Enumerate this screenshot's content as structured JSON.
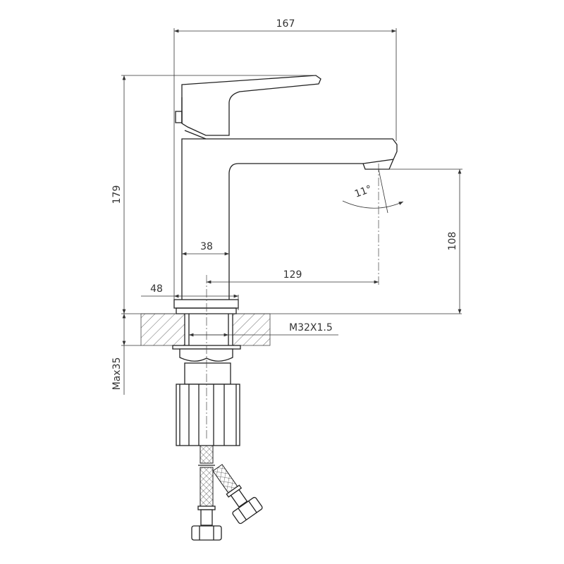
{
  "title": "Basin faucet dimension drawing",
  "dimensions": {
    "overall_length": "167",
    "overall_height": "179",
    "body_width": "38",
    "base_diameter": "48",
    "spout_reach": "129",
    "spout_height": "108",
    "aerator_angle": "11°",
    "thread": "M32X1.5",
    "max_counter_thickness": "Max35"
  }
}
